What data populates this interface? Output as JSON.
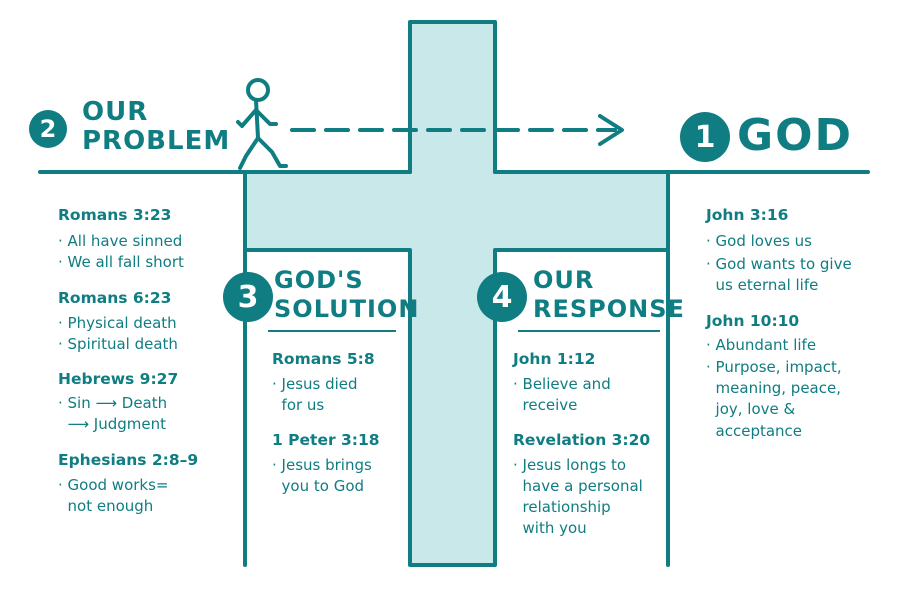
{
  "colors": {
    "teal": "#0f7d82",
    "cross_fill": "#c9e8ea"
  },
  "sections": {
    "problem": {
      "number": "2",
      "title_1": "OUR",
      "title_2": "PROBLEM",
      "verses": [
        {
          "ref": "Romans 3:23",
          "points": [
            "· All have sinned",
            "· We all fall short"
          ]
        },
        {
          "ref": "Romans 6:23",
          "points": [
            "· Physical death",
            "· Spiritual death"
          ]
        },
        {
          "ref": "Hebrews 9:27",
          "points": [
            "· Sin ⟶ Death",
            "  ⟶ Judgment"
          ]
        },
        {
          "ref": "Ephesians 2:8–9",
          "points": [
            "· Good works=",
            "  not enough"
          ]
        }
      ]
    },
    "god": {
      "number": "1",
      "title": "GOD",
      "verses": [
        {
          "ref": "John 3:16",
          "points": [
            "· God loves us",
            "· God wants to give",
            "  us eternal life"
          ]
        },
        {
          "ref": "John 10:10",
          "points": [
            "· Abundant life",
            "· Purpose, impact,",
            "  meaning, peace,",
            "  joy, love &",
            "  acceptance"
          ]
        }
      ]
    },
    "solution": {
      "number": "3",
      "title_1": "GOD'S",
      "title_2": "SOLUTION",
      "verses": [
        {
          "ref": "Romans 5:8",
          "points": [
            "· Jesus died",
            "  for us"
          ]
        },
        {
          "ref": "1 Peter 3:18",
          "points": [
            "· Jesus brings",
            "  you to God"
          ]
        }
      ]
    },
    "response": {
      "number": "4",
      "title_1": "OUR",
      "title_2": "RESPONSE",
      "verses": [
        {
          "ref": "John 1:12",
          "points": [
            "· Believe and",
            "  receive"
          ]
        },
        {
          "ref": "Revelation 3:20",
          "points": [
            "· Jesus longs to",
            "  have a personal",
            "  relationship",
            "  with you"
          ]
        }
      ]
    }
  }
}
